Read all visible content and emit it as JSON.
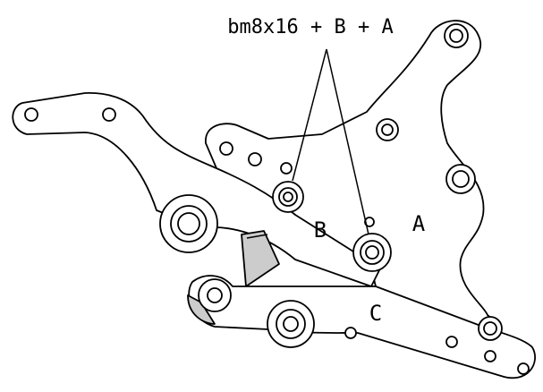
{
  "callout_text": "bm8x16 + B + A",
  "labels": {
    "part_a": "A",
    "part_b": "B",
    "part_c": "C"
  },
  "colors": {
    "line": "#000000",
    "fill": "#ffffff",
    "shading": "#cccccc"
  }
}
